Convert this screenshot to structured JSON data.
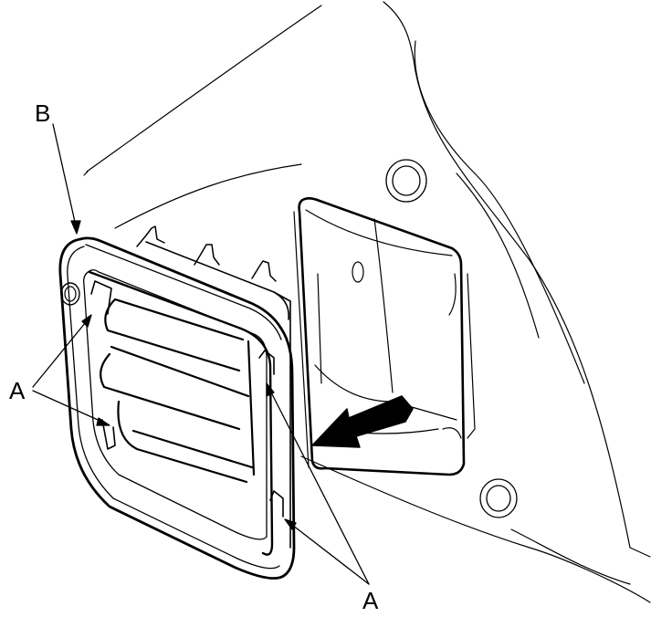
{
  "callouts": {
    "b": "B",
    "a_left": "A",
    "a_bottom": "A"
  },
  "colors": {
    "line": "#000000",
    "background": "#ffffff"
  }
}
